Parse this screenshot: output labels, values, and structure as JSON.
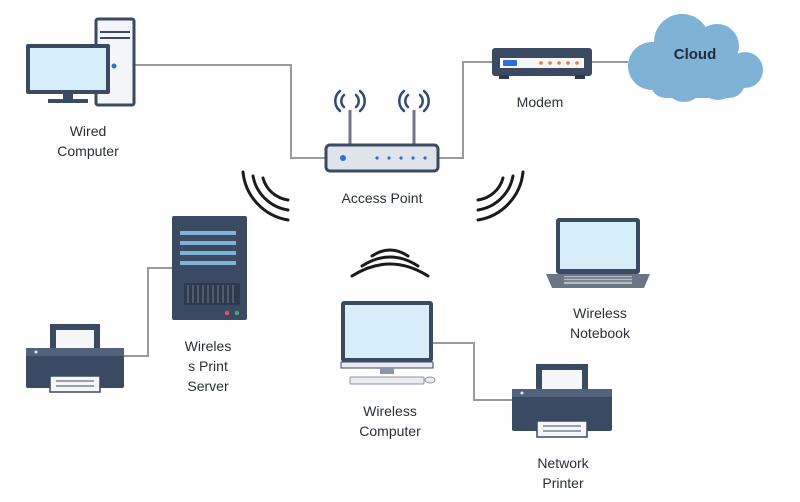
{
  "labels": {
    "wired_computer": "Wired\nComputer",
    "modem": "Modem",
    "access_point": "Access Point",
    "cloud": "Cloud",
    "wireless_notebook": "Wireless\nNotebook",
    "wireless_print_server": "Wireles\ns Print\nServer",
    "wireless_computer": "Wireless\nComputer",
    "network_printer": "Network\nPrinter"
  },
  "colors": {
    "device_navy": "#3b4a63",
    "device_dark": "#2e3a4f",
    "screen_blue": "#d6eef9",
    "cloud_blue": "#7fb3d6",
    "cable_gray": "#9a9a9a",
    "signal_black": "#1b1b1b",
    "led_blue": "#2f6fd6",
    "led_orange": "#f07b2b"
  }
}
